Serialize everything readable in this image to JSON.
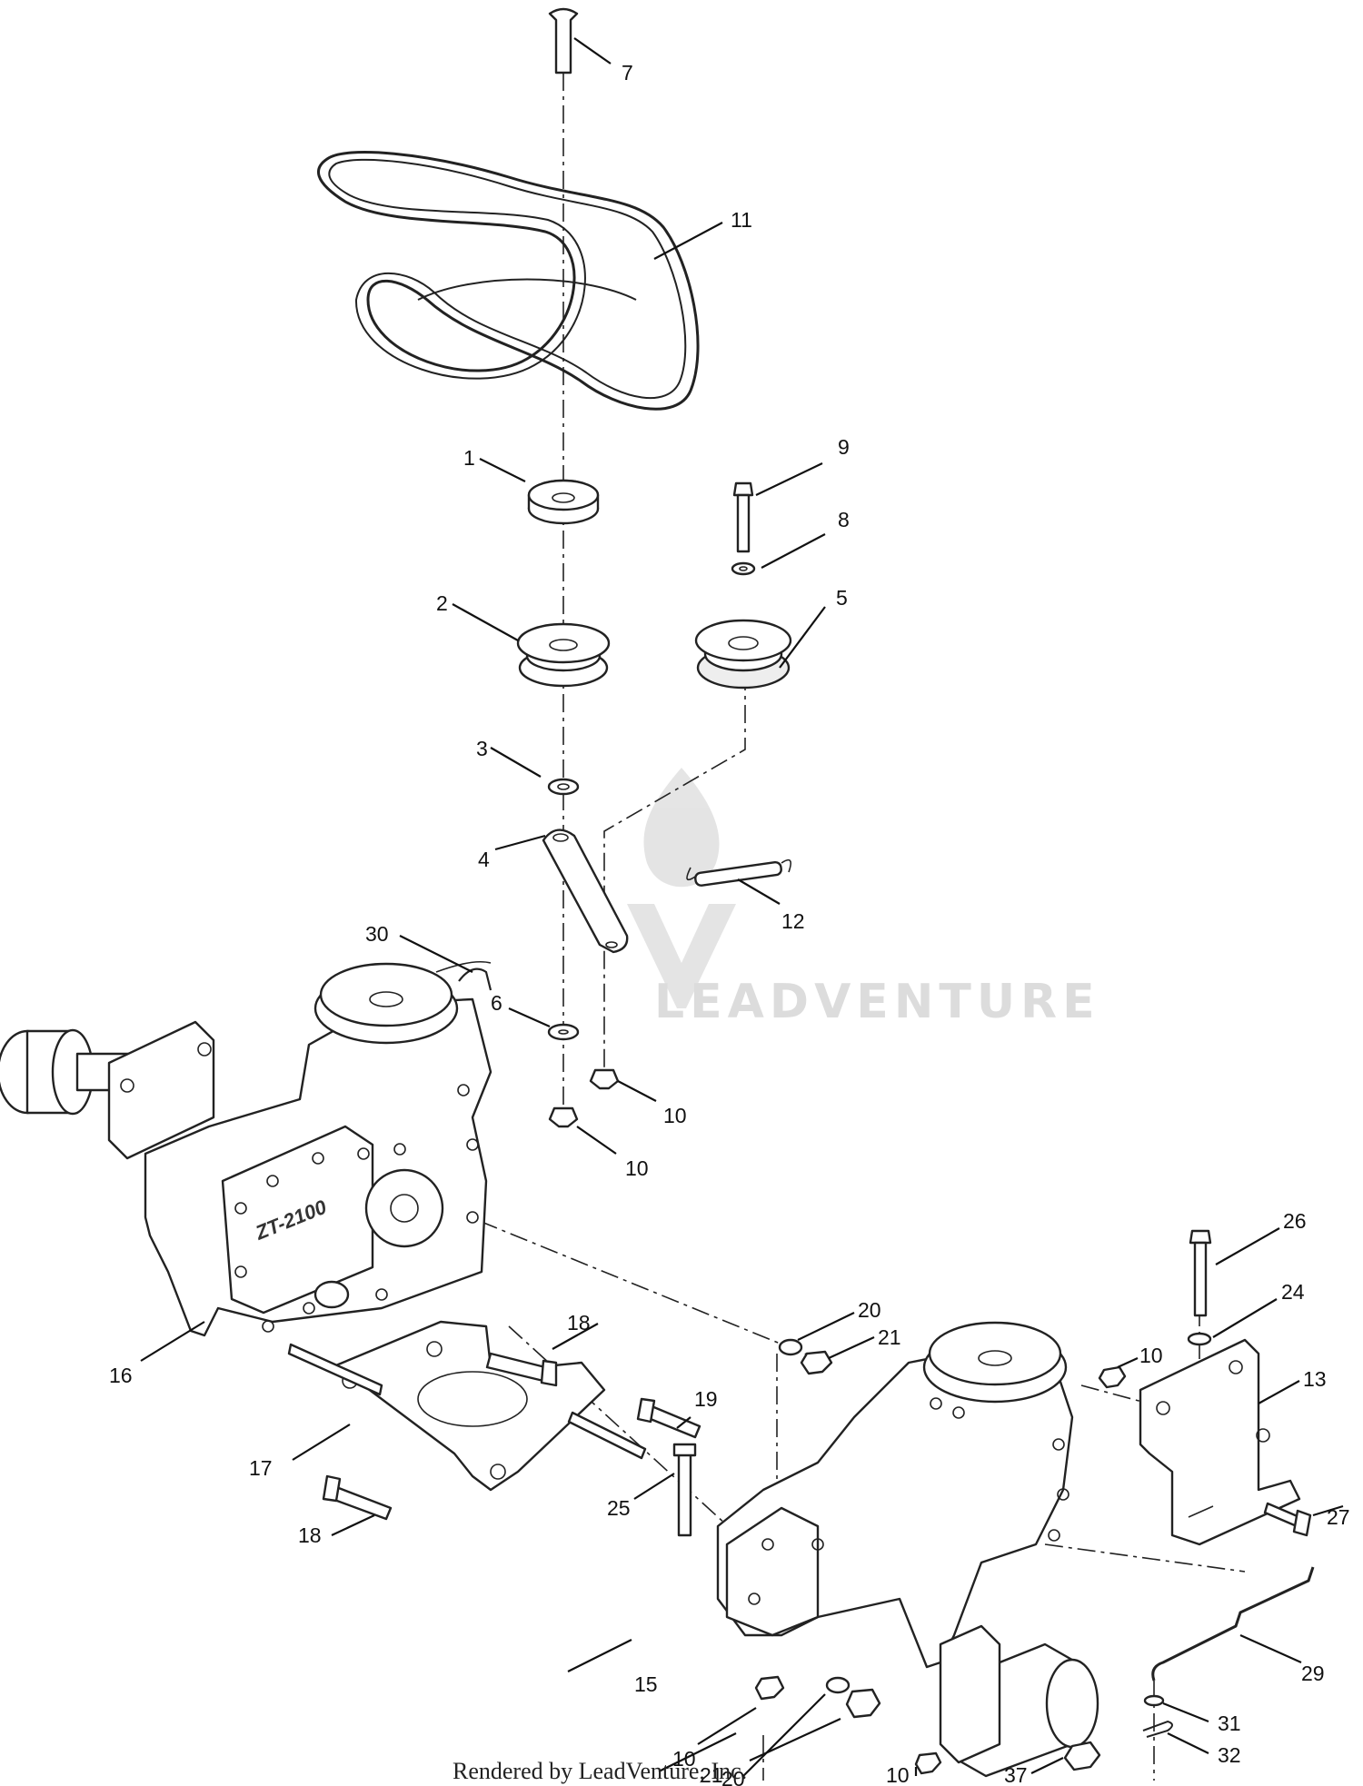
{
  "footer": "Rendered by LeadVenture, Inc.",
  "watermark": "LEADVENTURE",
  "housing_marking": "ZT-2100",
  "callouts": {
    "c1": "1",
    "c2": "2",
    "c3": "3",
    "c4": "4",
    "c5": "5",
    "c6": "6",
    "c7": "7",
    "c8": "8",
    "c9": "9",
    "c10a": "10",
    "c10b": "10",
    "c10c": "10",
    "c10d": "10",
    "c10e": "10",
    "c11": "11",
    "c12": "12",
    "c13": "13",
    "c15": "15",
    "c16": "16",
    "c17": "17",
    "c18a": "18",
    "c18b": "18",
    "c19": "19",
    "c20a": "20",
    "c20b": "20",
    "c21a": "21",
    "c21b": "21",
    "c24": "24",
    "c25": "25",
    "c26": "26",
    "c27": "27",
    "c29": "29",
    "c30": "30",
    "c31": "31",
    "c32": "32",
    "c37": "37"
  },
  "colors": {
    "line": "#222222",
    "background": "#ffffff",
    "watermark": "#d9d9d9"
  }
}
